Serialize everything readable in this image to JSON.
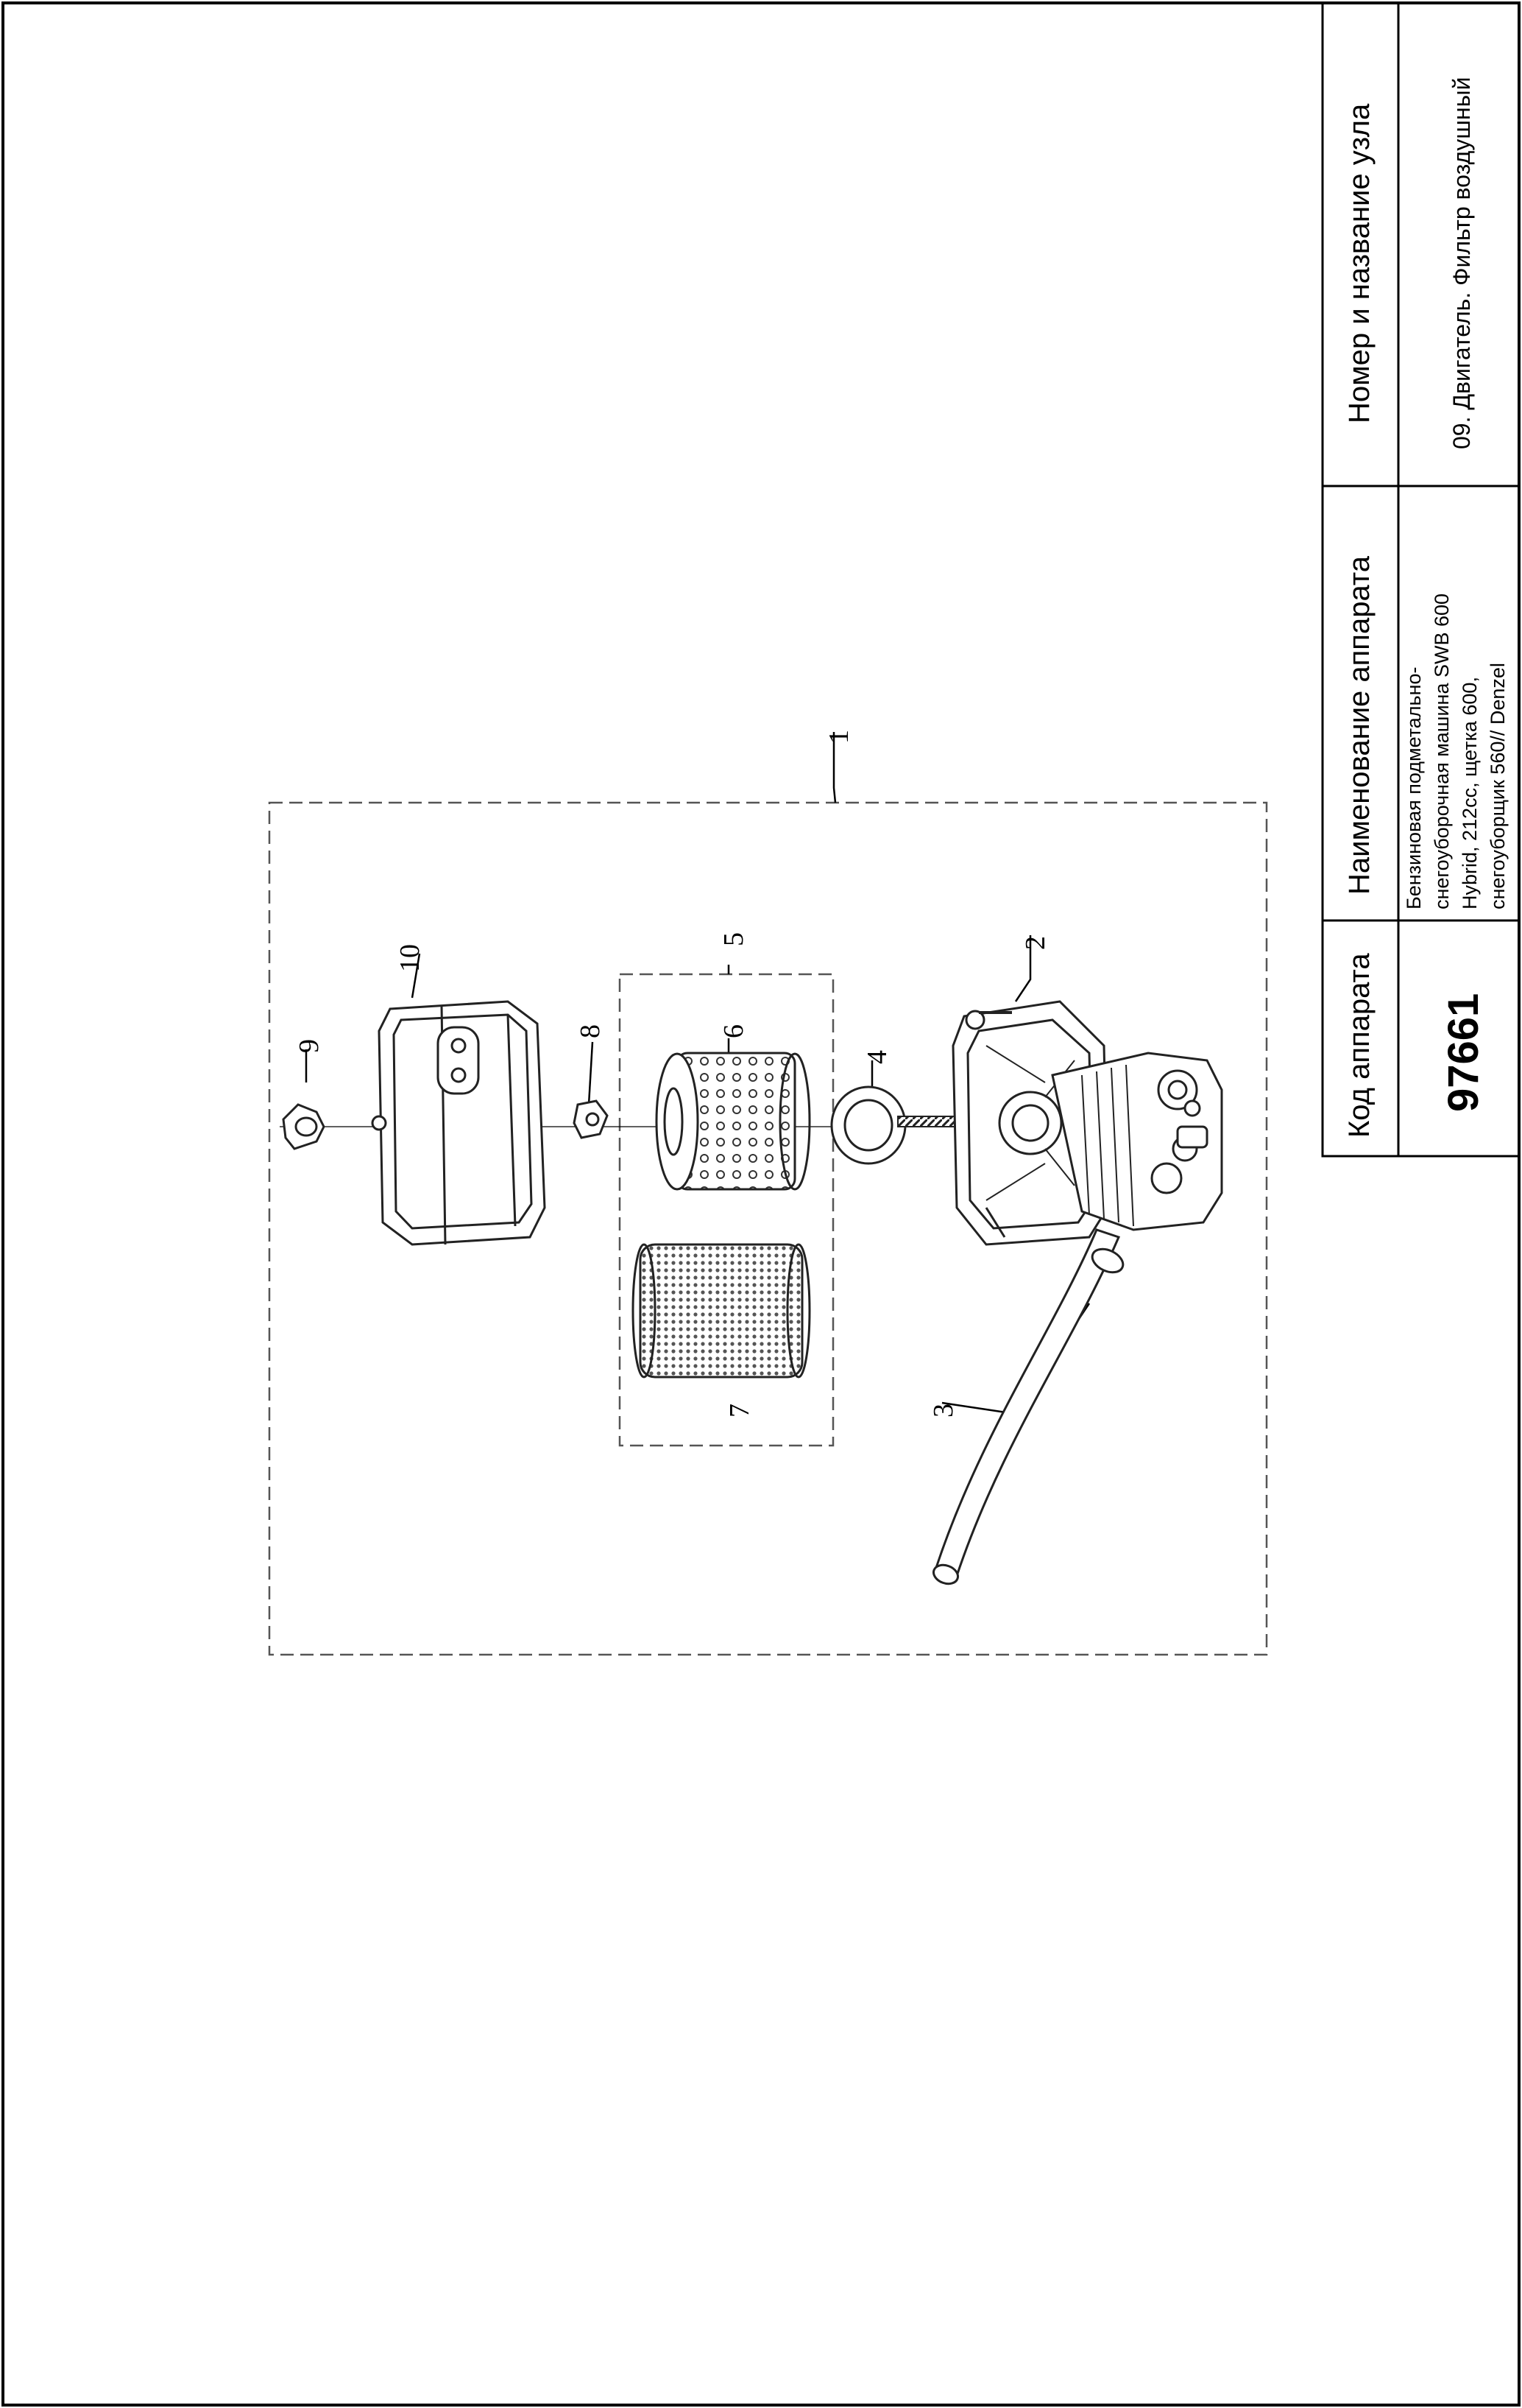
{
  "title_block": {
    "code_header": "Код аппарата",
    "code_value": "97661",
    "name_header": "Наименование аппарата",
    "name_lines": [
      "Бензиновая подметально-",
      "снегоуборочная машина SWB 600",
      "Hybrid, 212cc, щетка 600,",
      "снегоуборщик 560// Denzel"
    ],
    "node_header": "Номер и название узла",
    "node_value": "09. Двигатель. Фильтр воздушный"
  },
  "callouts": {
    "c1": "1",
    "c2": "2",
    "c3": "3",
    "c4": "4",
    "c5": "5",
    "c6": "6",
    "c7": "7",
    "c8": "8",
    "c9": "9",
    "c10": "10"
  }
}
